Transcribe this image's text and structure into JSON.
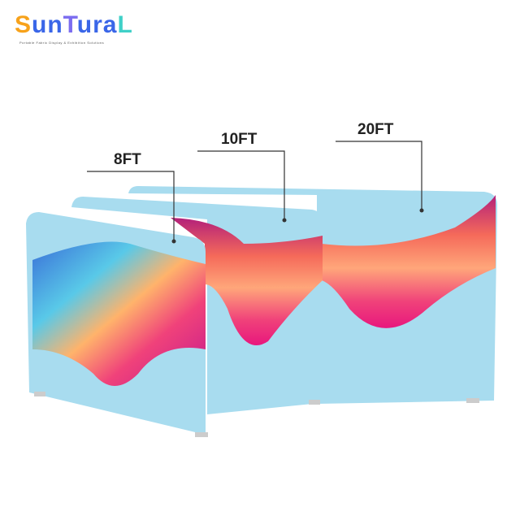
{
  "logo": {
    "brand_text": "SunTural",
    "tagline": "Portable Fabric Display & Exhibition Solutions",
    "colors": [
      "#f7a21b",
      "#7b6cf0",
      "#3fd0c8"
    ]
  },
  "labels": {
    "small": "8FT",
    "medium": "10FT",
    "large": "20FT"
  },
  "colors": {
    "panel": "#a8dcef",
    "line": "#333333",
    "wave_colors": [
      "#e8177d",
      "#f06a3c",
      "#ffb36b",
      "#3a6fd8",
      "#9b2fc9"
    ]
  }
}
